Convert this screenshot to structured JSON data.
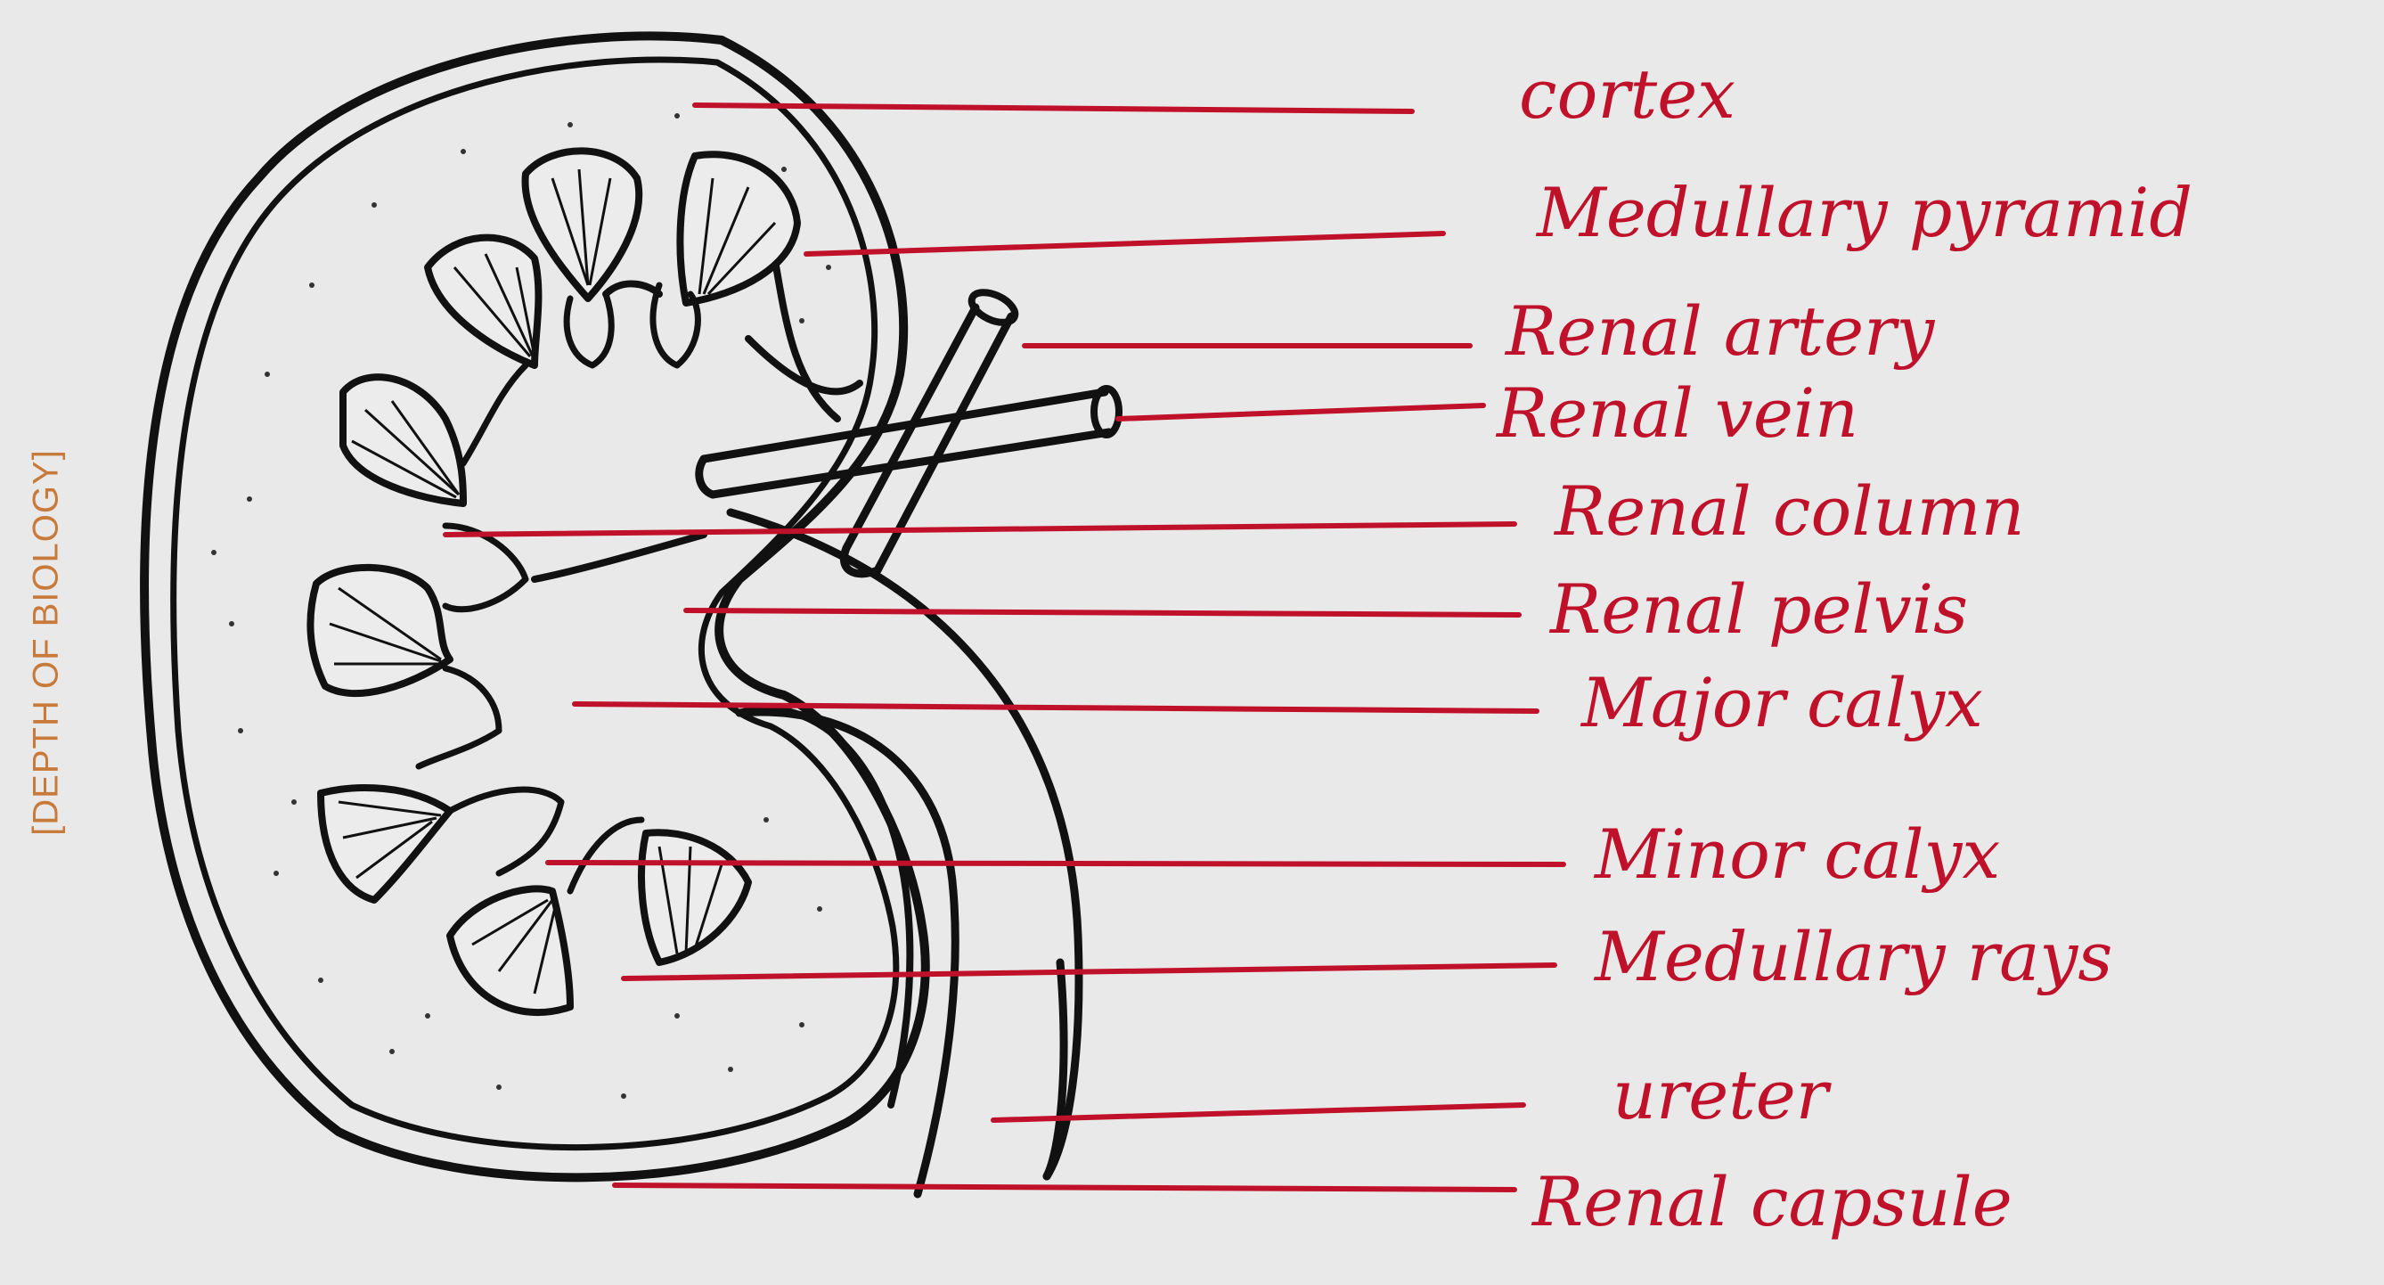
{
  "side_caption": "[DEPTH OF BIOLOGY]",
  "labels": [
    "cortex",
    "Medullary pyramid",
    "Renal artery",
    "Renal vein",
    "Renal column",
    "Renal pelvis",
    "Major calyx",
    "Minor calyx",
    "Medullary rays",
    "ureter",
    "Renal capsule"
  ],
  "colors": {
    "background": "#e9e9e9",
    "label_red": "#c0112a",
    "ink": "#111111",
    "caption": "#c87a3a"
  }
}
